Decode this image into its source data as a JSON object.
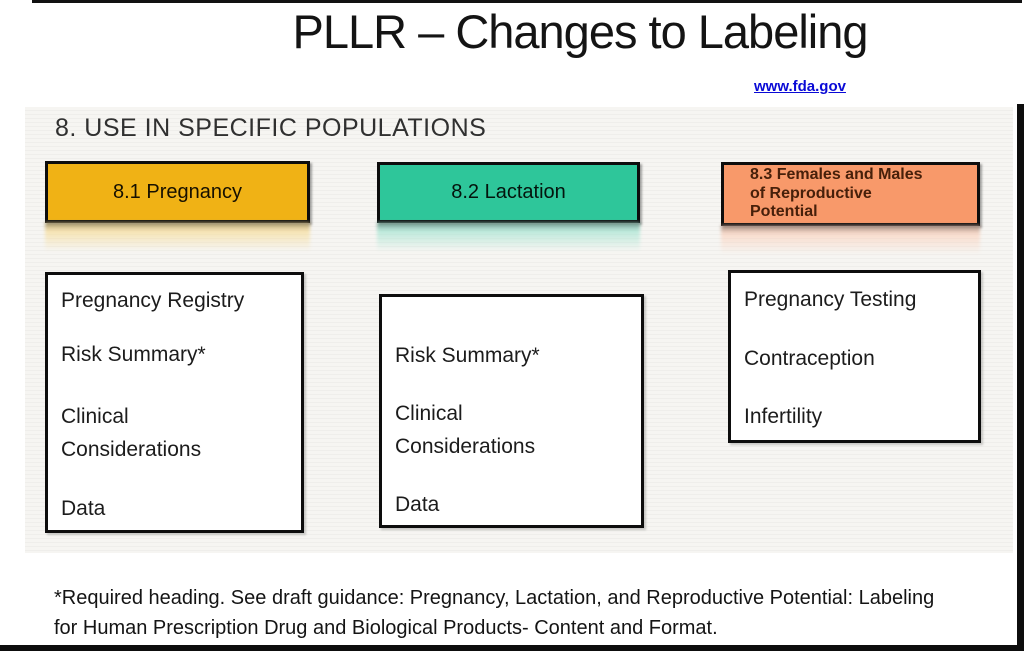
{
  "slide": {
    "title": "PLLR – Changes to Labeling",
    "link_label": "www.fda.gov",
    "link_color": "#0a0ad6",
    "section_heading": "8. USE IN SPECIFIC POPULATIONS",
    "columns": [
      {
        "header": {
          "label": "8.1 Pregnancy",
          "color": "#F0B215",
          "text_color": "#161000"
        },
        "items": [
          "Pregnancy Registry",
          "Risk Summary*",
          "Clinical Considerations",
          "Data"
        ]
      },
      {
        "header": {
          "label": "8.2 Lactation",
          "color": "#2EC69A",
          "text_color": "#04140d"
        },
        "items": [
          "Risk Summary*",
          "Clinical Considerations",
          "Data"
        ]
      },
      {
        "header": {
          "label": "8.3 Females and Males of Reproductive Potential",
          "color": "#F8996A",
          "text_color": "#47200a"
        },
        "items": [
          "Pregnancy Testing",
          "Contraception",
          "Infertility"
        ]
      }
    ],
    "footnote_line1": "*Required heading. See draft guidance: Pregnancy, Lactation, and Reproductive Potential: Labeling",
    "footnote_line2": "for Human Prescription Drug and Biological Products- Content and Format."
  }
}
